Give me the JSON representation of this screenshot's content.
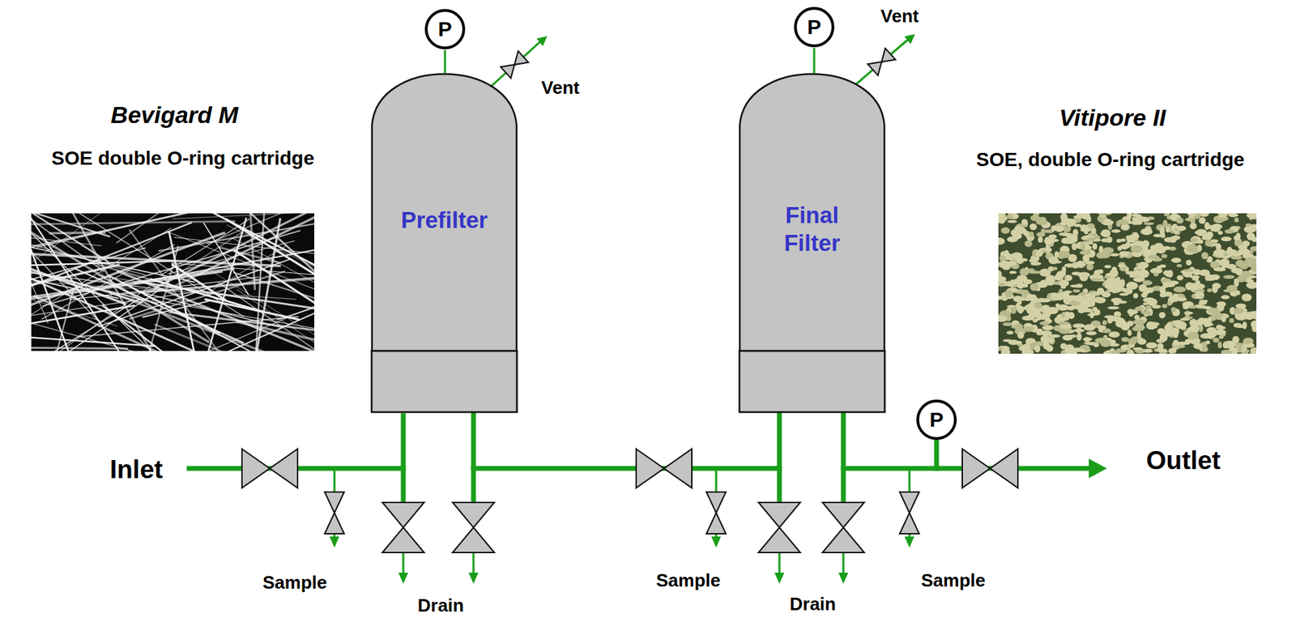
{
  "diagram": {
    "nodes": [
      {
        "text": [
          "P"
        ]
      },
      {
        "text": [
          "Prefilter"
        ]
      },
      {
        "text": [
          "P"
        ]
      },
      {
        "text": [
          "Final Filter"
        ]
      },
      {
        "text": [
          "P"
        ]
      }
    ],
    "edges": [
      {
        "from": 0,
        "to": 1,
        "arrow": "none"
      },
      {
        "from": 1,
        "to": 3,
        "arrow": "none"
      },
      {
        "from": 2,
        "to": 3,
        "arrow": "none"
      },
      {
        "from": 3,
        "to": 4,
        "arrow": "none"
      }
    ],
    "labels": [
      "Vent",
      "Vent",
      "Bevigard M",
      "SOE double O-ring cartridge",
      "Vitipore II",
      "SOE, double O-ring cartridge",
      "Inlet",
      "Outlet",
      "Sample",
      "Sample",
      "Sample",
      "Drain",
      "Drain"
    ]
  }
}
